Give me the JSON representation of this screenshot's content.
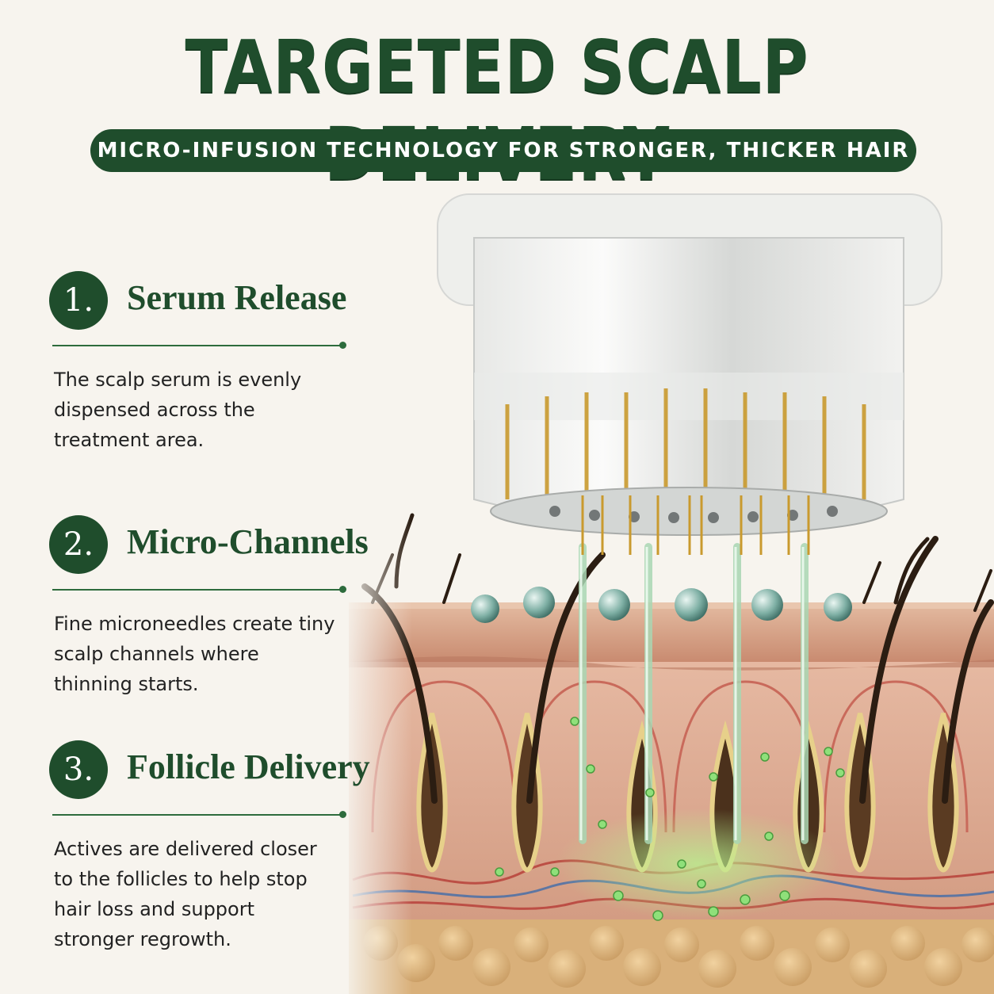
{
  "header": {
    "title": "TARGETED SCALP DELIVERY",
    "subtitle": "MICRO-INFUSION TECHNOLOGY FOR STRONGER, THICKER HAIR"
  },
  "steps": [
    {
      "number": "1.",
      "title": "Serum Release",
      "description": "The scalp serum is evenly dispensed across the treatment area."
    },
    {
      "number": "2.",
      "title": "Micro-Channels",
      "description": "Fine microneedles create tiny scalp channels where thinning starts."
    },
    {
      "number": "3.",
      "title": "Follicle Delivery",
      "description": "Actives are delivered closer to the follicles to help stop hair loss and support stronger regrowth."
    }
  ],
  "colors": {
    "brand_green": "#1f4d2c",
    "background": "#f7f4ee",
    "skin": "#d9a48a",
    "serum": "#7fd06a",
    "needle_gold": "#c99a2e"
  },
  "icons": [
    "microneedle-device-illustration",
    "scalp-cross-section-illustration"
  ]
}
